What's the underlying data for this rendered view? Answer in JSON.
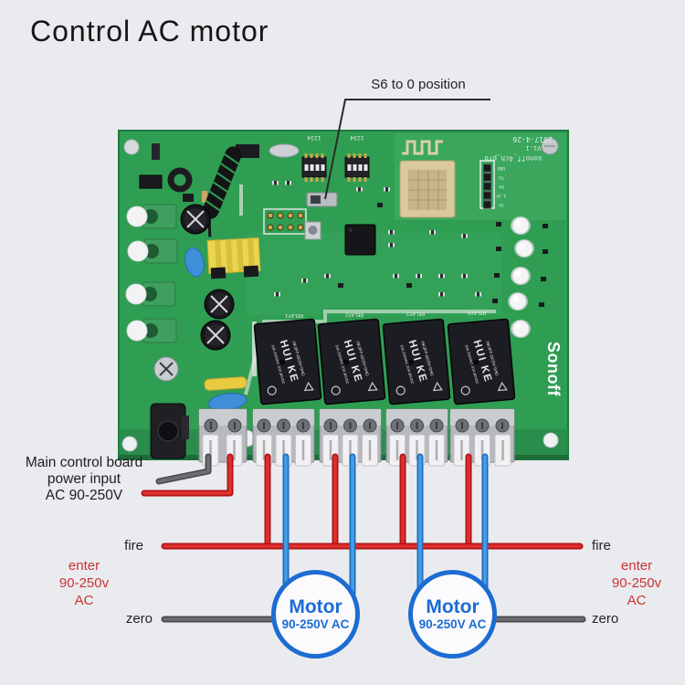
{
  "title": "Control AC motor",
  "callout": "S6 to 0 position",
  "power_label": {
    "line1": "Main control board",
    "line2": "power input",
    "line3": "AC 90-250V"
  },
  "wiring": {
    "left": {
      "fire": "fire",
      "enter": "enter",
      "voltage": "90-250v",
      "ac": "AC",
      "zero": "zero"
    },
    "right": {
      "fire": "fire",
      "enter": "enter",
      "voltage": "90-250v",
      "ac": "AC",
      "zero": "zero"
    }
  },
  "motors": [
    {
      "name": "Motor",
      "spec": "90-250V AC"
    },
    {
      "name": "Motor",
      "spec": "90-250V AC"
    }
  ],
  "board": {
    "logo": "Sonoff",
    "silkscreen": {
      "date": "2017-4-26",
      "version": "V1.1",
      "model": "sonoff_4ch_pro",
      "dip_label": "1234",
      "relay_labels": [
        "RELAY1",
        "RELAY2",
        "RELAY3",
        "RELAY4"
      ],
      "header_pins": [
        "GND",
        "TX",
        "RX",
        "3.3V",
        "5V"
      ]
    },
    "relay": {
      "brand": "HUI KE",
      "model": "HK3FF-DC5V-SHG",
      "rating": "10A 250VAC 10A 30VDC"
    }
  },
  "colors": {
    "pcb_green": "#2f9e52",
    "wire_red": "#ce1c1c",
    "wire_blue": "#2e8ad8",
    "wire_neutral": "#57585c",
    "motor_blue": "#1c6cd3",
    "label_red": "#cc3333"
  }
}
